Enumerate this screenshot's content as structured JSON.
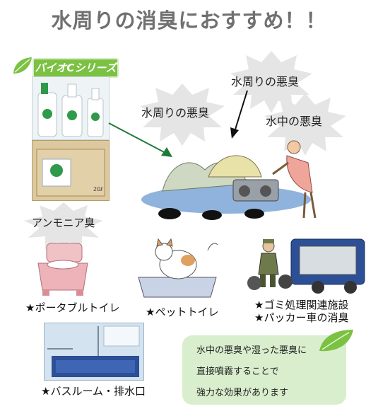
{
  "title": "水周りの消臭におすすめ！！",
  "product_series": "バイオCシリーズ",
  "carton_label": "20ℓ",
  "odors": {
    "water_area_1": "水周りの悪臭",
    "water_area_2": "水周りの悪臭",
    "in_water": "水中の悪臭",
    "ammonia": "アンモニア臭"
  },
  "uses": {
    "portable_toilet": "★ポータブルトイレ",
    "pet_toilet": "★ペットトイレ",
    "garbage_line1": "★ゴミ処理関連施設",
    "garbage_line2": "★パッカー車の消臭",
    "bathroom": "★バスルーム・排水口"
  },
  "note": {
    "line1": "水中の悪臭や湿った悪臭に",
    "line2": "直接噴霧することで",
    "line3": "強力な効果があります"
  },
  "colors": {
    "title": "#707070",
    "series_badge": "#7bc142",
    "note_box": "#d8eecd",
    "arrow": "#1e7a3c"
  }
}
